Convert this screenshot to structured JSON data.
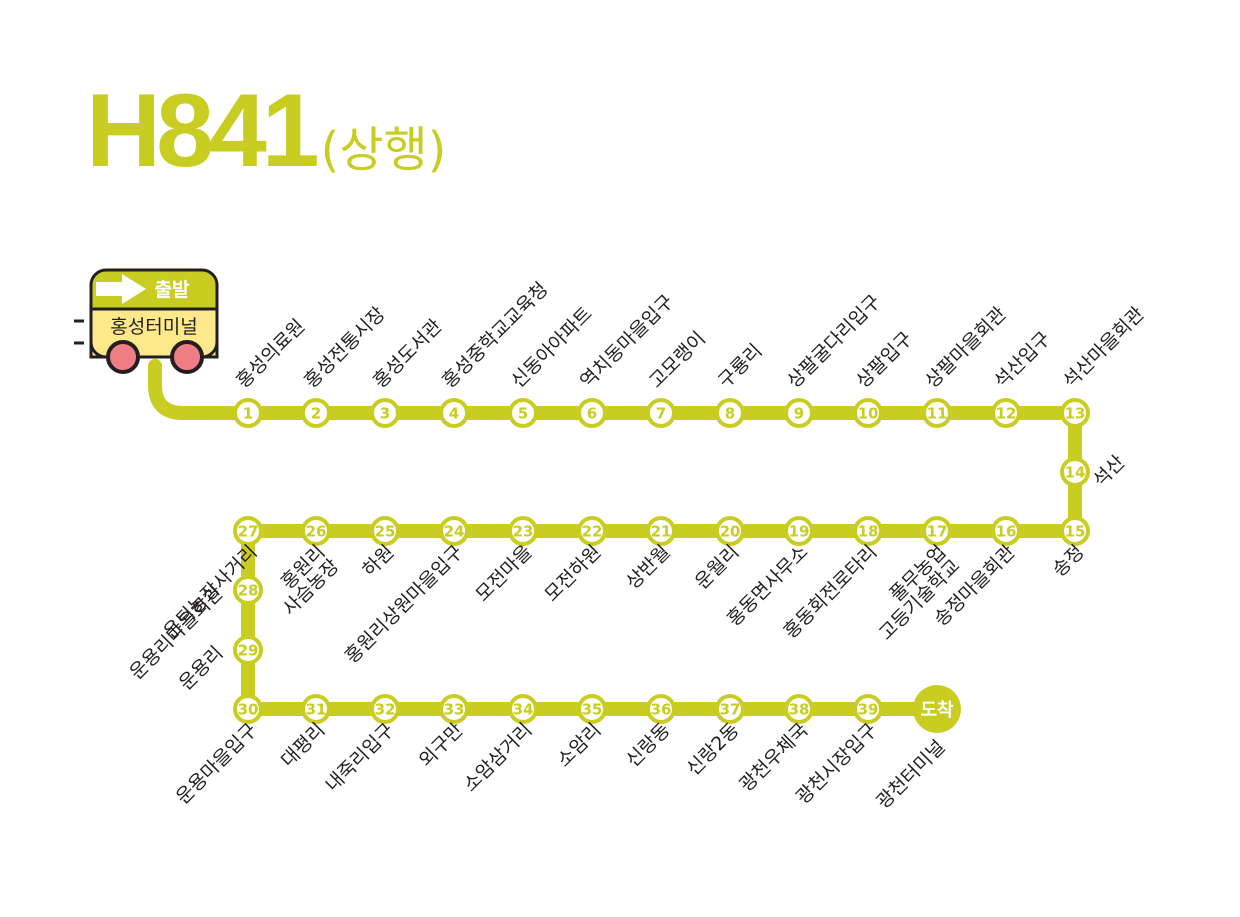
{
  "title": {
    "route_number": "H841",
    "direction": "(상행)"
  },
  "colors": {
    "line": "#c9cd22",
    "bus_body": "#fde98c",
    "bus_stroke": "#231f20",
    "wheel": "#ef7d86",
    "text": "#231f20",
    "white": "#ffffff"
  },
  "bus": {
    "departure_label": "출발",
    "terminal_label": "홍성터미널",
    "icon": "bus-icon"
  },
  "arrival": {
    "label": "도착",
    "name": "광천터미널"
  },
  "stops": [
    {
      "num": "1",
      "name": "홍성의료원"
    },
    {
      "num": "2",
      "name": "홍성전통시장"
    },
    {
      "num": "3",
      "name": "홍성도서관"
    },
    {
      "num": "4",
      "name": "홍성중학교교육청"
    },
    {
      "num": "5",
      "name": "신동아아파트"
    },
    {
      "num": "6",
      "name": "역치동마을입구"
    },
    {
      "num": "7",
      "name": "고모랭이"
    },
    {
      "num": "8",
      "name": "구룡리"
    },
    {
      "num": "9",
      "name": "상팔굴다리입구"
    },
    {
      "num": "10",
      "name": "상팔입구"
    },
    {
      "num": "11",
      "name": "상팔마을회관"
    },
    {
      "num": "12",
      "name": "석산입구"
    },
    {
      "num": "13",
      "name": "석산마을회관"
    },
    {
      "num": "14",
      "name": "석산"
    },
    {
      "num": "15",
      "name": "송정"
    },
    {
      "num": "16",
      "name": "송정마을회관"
    },
    {
      "num": "17",
      "name": "풀무농업",
      "name2": "고등기술학교"
    },
    {
      "num": "18",
      "name": "홍동회전로타리"
    },
    {
      "num": "19",
      "name": "홍동면사무소"
    },
    {
      "num": "20",
      "name": "운월리"
    },
    {
      "num": "21",
      "name": "상반월"
    },
    {
      "num": "22",
      "name": "모전하원"
    },
    {
      "num": "23",
      "name": "모전마을"
    },
    {
      "num": "24",
      "name": "홍원리상원마을입구"
    },
    {
      "num": "25",
      "name": "하원"
    },
    {
      "num": "26",
      "name": "홍원리",
      "name2": "사슴농장"
    },
    {
      "num": "27",
      "name": "은퇴농장사거리"
    },
    {
      "num": "28",
      "name": "운용리마을회관"
    },
    {
      "num": "29",
      "name": "운용리"
    },
    {
      "num": "30",
      "name": "운용마을입구"
    },
    {
      "num": "31",
      "name": "대평리"
    },
    {
      "num": "32",
      "name": "내죽리입구"
    },
    {
      "num": "33",
      "name": "외구만"
    },
    {
      "num": "34",
      "name": "소암삼거리"
    },
    {
      "num": "35",
      "name": "소암리"
    },
    {
      "num": "36",
      "name": "신랑동"
    },
    {
      "num": "37",
      "name": "신랑2동"
    },
    {
      "num": "38",
      "name": "광천우체국"
    },
    {
      "num": "39",
      "name": "광천시장입구"
    }
  ]
}
